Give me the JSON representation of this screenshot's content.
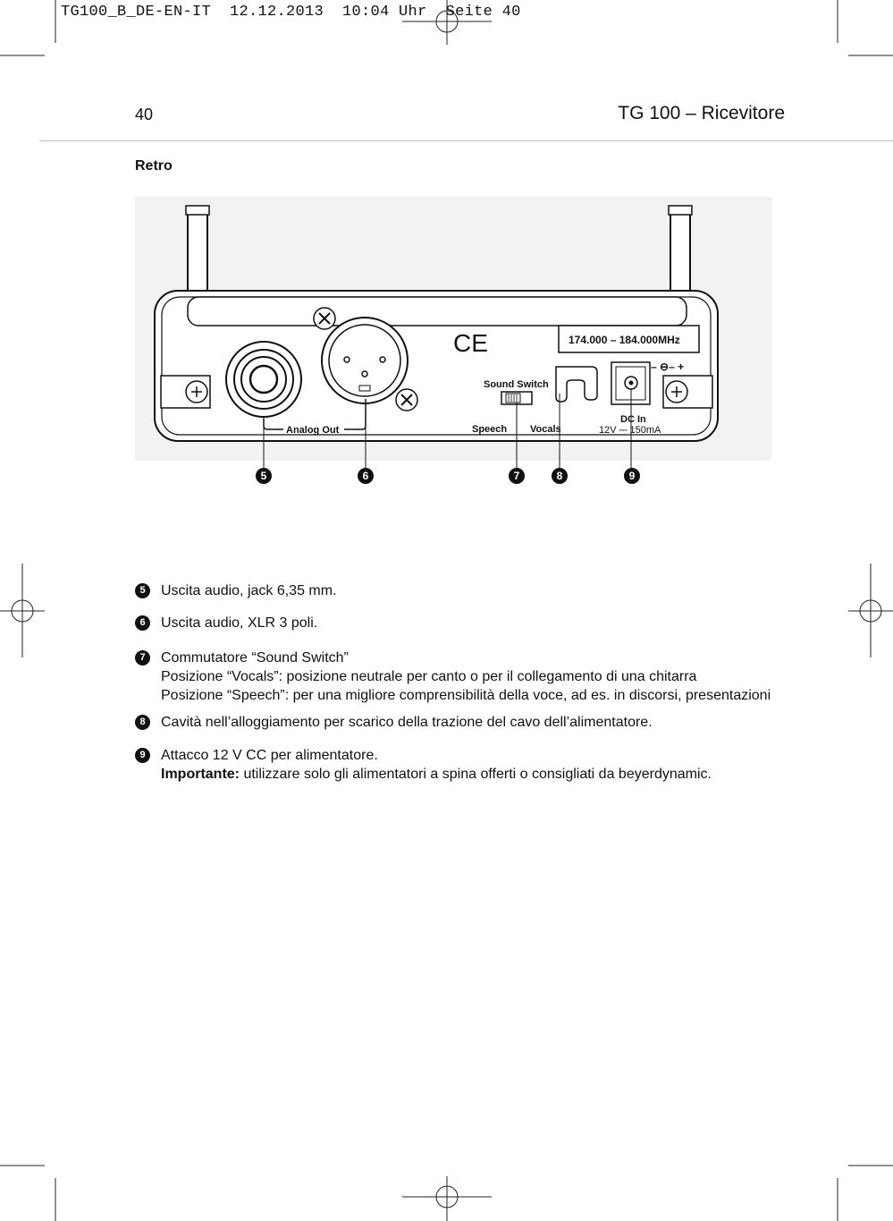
{
  "slug": "TG100_B_DE-EN-IT  12.12.2013  10:04 Uhr  Seite 40",
  "page_number": "40",
  "running_head": "TG 100 – Ricevitore",
  "section_title": "Retro",
  "device": {
    "frequency_label": "174.000 – 184.000MHz",
    "ce_mark": "CE",
    "sound_switch_label": "Sound Switch",
    "speech_label": "Speech",
    "vocals_label": "Vocals",
    "analog_out_label": "Analog Out",
    "dc_in_label": "DC In",
    "power_spec_label": "12V ⎓ 150mA",
    "polarity_label": "– ⊖– +"
  },
  "callouts": [
    "5",
    "6",
    "7",
    "8",
    "9"
  ],
  "items": [
    {
      "num": "5",
      "lines": [
        "Uscita audio, jack 6,35 mm."
      ]
    },
    {
      "num": "6",
      "lines": [
        "Uscita audio, XLR 3 poli."
      ]
    },
    {
      "num": "7",
      "lines": [
        "Commutatore “Sound Switch”",
        "Posizione “Vocals”: posizione neutrale per canto o per il collegamento di una chitarra",
        "Posizione “Speech”: per una migliore comprensibilità della voce, ad es. in discorsi, presentazioni"
      ]
    },
    {
      "num": "8",
      "lines": [
        "Cavità nell’alloggiamento per scarico della trazione del cavo dell’alimentatore."
      ]
    },
    {
      "num": "9",
      "lines": [
        "Attacco 12 V CC per alimentatore."
      ],
      "important_label": "Importante:",
      "important_text": " utilizzare solo gli alimentatori a spina offerti o consigliati da beyerdynamic."
    }
  ]
}
